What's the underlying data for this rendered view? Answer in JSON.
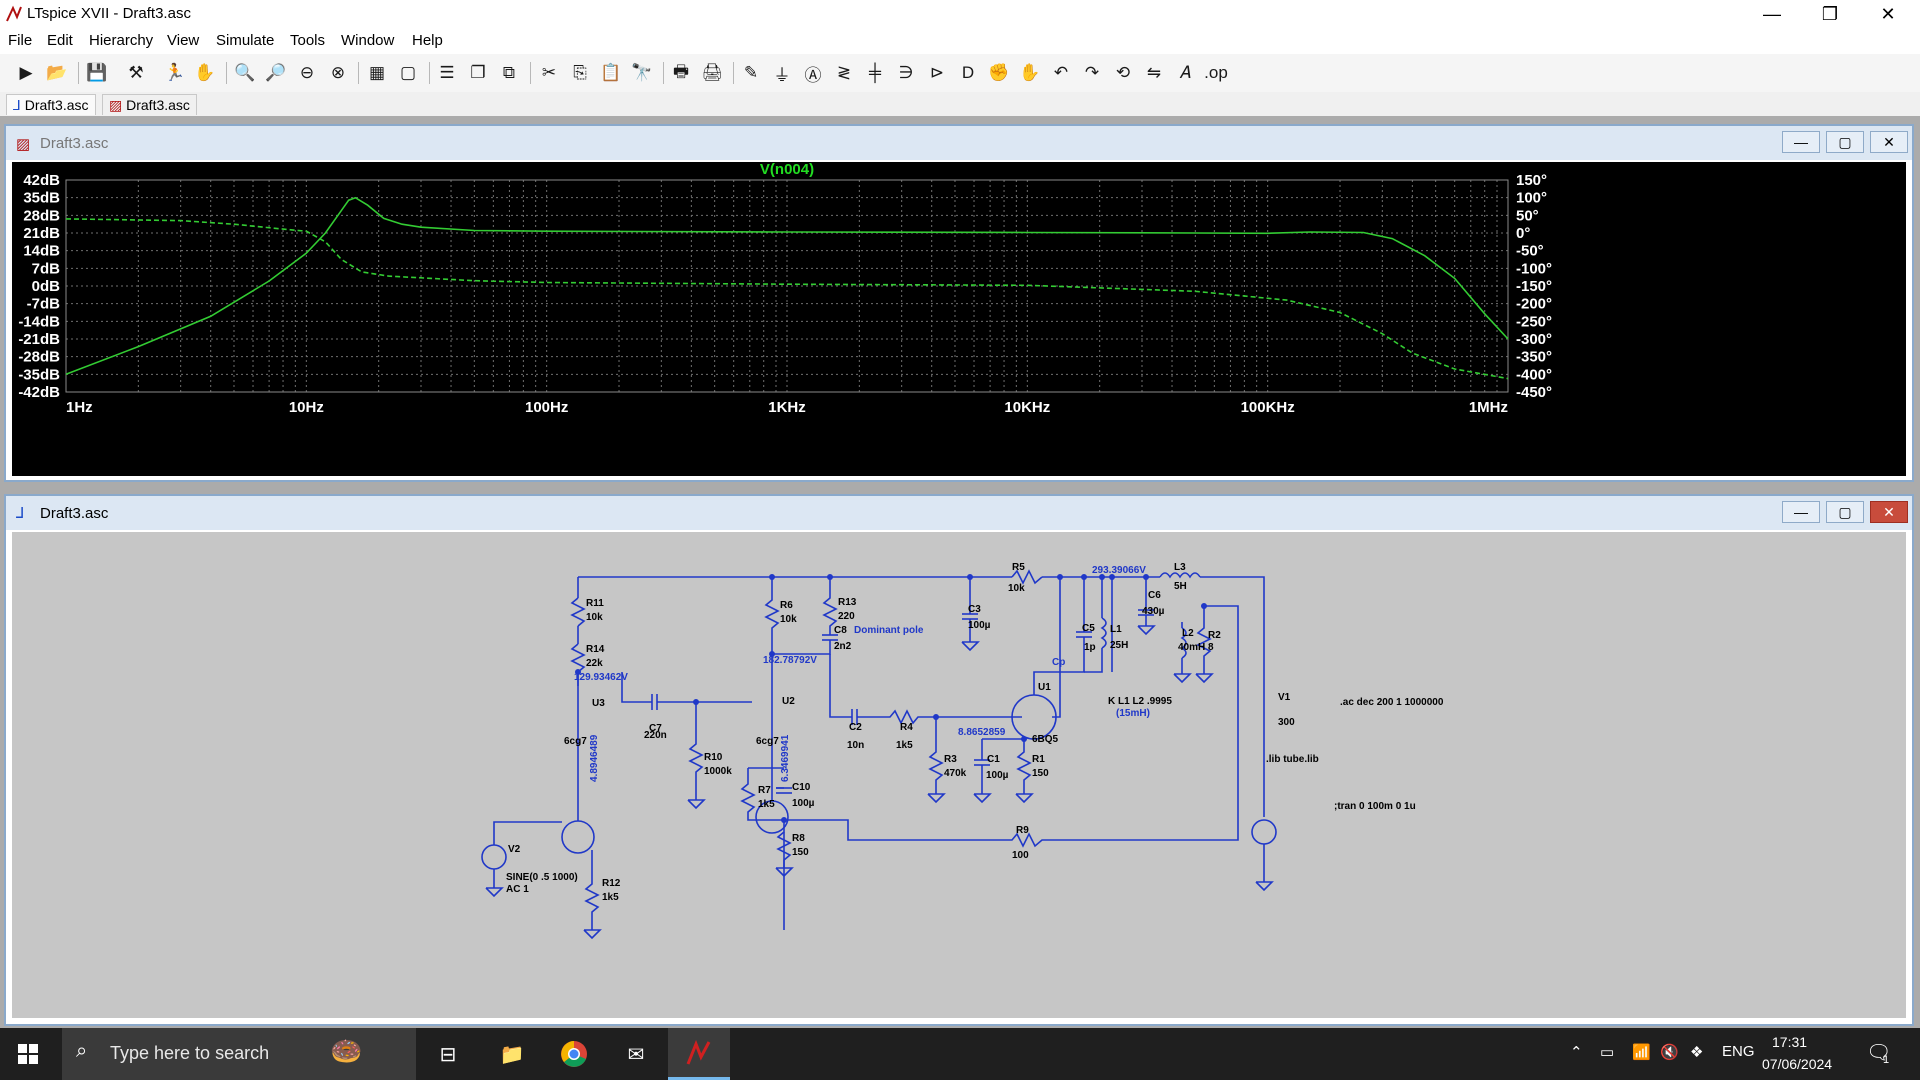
{
  "window": {
    "title": "LTspice XVII - Draft3.asc",
    "minimize": "—",
    "maximize": "❐",
    "close": "✕"
  },
  "menu": [
    "File",
    "Edit",
    "Hierarchy",
    "View",
    "Simulate",
    "Tools",
    "Window",
    "Help"
  ],
  "tabs": [
    {
      "label": "Draft3.asc",
      "icon": "schematic-icon"
    },
    {
      "label": "Draft3.asc",
      "icon": "waveform-icon"
    }
  ],
  "plot_window": {
    "title": "Draft3.asc",
    "trace_name": "V(n004)",
    "colors": {
      "background": "#000000",
      "grid": "#6f6f6f",
      "trace": "#33cc33",
      "axis_text": "#ffffff",
      "title_text": "#22dd22"
    }
  },
  "chart_data": {
    "type": "line",
    "title": "V(n004)",
    "x_scale": "log",
    "xlim": [
      1,
      1000000
    ],
    "x_ticks": [
      {
        "v": 1,
        "label": "1Hz"
      },
      {
        "v": 10,
        "label": "10Hz"
      },
      {
        "v": 100,
        "label": "100Hz"
      },
      {
        "v": 1000,
        "label": "1KHz"
      },
      {
        "v": 10000,
        "label": "10KHz"
      },
      {
        "v": 100000,
        "label": "100KHz"
      },
      {
        "v": 1000000,
        "label": "1MHz"
      }
    ],
    "y_left": {
      "range": [
        -42,
        42
      ],
      "ticks": [
        "42dB",
        "35dB",
        "28dB",
        "21dB",
        "14dB",
        "7dB",
        "0dB",
        "-7dB",
        "-14dB",
        "-21dB",
        "-28dB",
        "-35dB",
        "-42dB"
      ]
    },
    "y_right": {
      "range": [
        -450,
        150
      ],
      "ticks": [
        "150°",
        "100°",
        "50°",
        "0°",
        "-50°",
        "-100°",
        "-150°",
        "-200°",
        "-250°",
        "-300°",
        "-350°",
        "-400°",
        "-450°"
      ]
    },
    "grid": true,
    "series": [
      {
        "axis": "left",
        "style": "solid",
        "points": [
          [
            1,
            -35
          ],
          [
            2,
            -24
          ],
          [
            4,
            -12
          ],
          [
            7,
            2
          ],
          [
            10,
            13
          ],
          [
            12,
            21
          ],
          [
            14,
            30
          ],
          [
            15,
            34
          ],
          [
            16,
            35
          ],
          [
            18,
            32
          ],
          [
            21,
            26.8
          ],
          [
            25,
            24.5
          ],
          [
            30,
            23.3
          ],
          [
            50,
            22
          ],
          [
            100,
            21.7
          ],
          [
            1000,
            21.4
          ],
          [
            10000,
            21.2
          ],
          [
            50000,
            21
          ],
          [
            100000,
            20.9
          ],
          [
            150000,
            21.4
          ],
          [
            250000,
            21.2
          ],
          [
            330000,
            18.8
          ],
          [
            450000,
            12
          ],
          [
            600000,
            3
          ],
          [
            800000,
            -11
          ],
          [
            1000000,
            -21
          ]
        ]
      },
      {
        "axis": "right",
        "style": "dashed",
        "points": [
          [
            1,
            40
          ],
          [
            3,
            35
          ],
          [
            5,
            25
          ],
          [
            8,
            11
          ],
          [
            10,
            5
          ],
          [
            12,
            -25
          ],
          [
            14,
            -75
          ],
          [
            17,
            -110
          ],
          [
            22,
            -122
          ],
          [
            50,
            -135
          ],
          [
            100,
            -140
          ],
          [
            1000,
            -145
          ],
          [
            10000,
            -148
          ],
          [
            50000,
            -165
          ],
          [
            120000,
            -190
          ],
          [
            200000,
            -225
          ],
          [
            300000,
            -285
          ],
          [
            400000,
            -340
          ],
          [
            600000,
            -385
          ],
          [
            1000000,
            -412
          ]
        ]
      }
    ]
  },
  "schematic_window": {
    "title": "Draft3.asc",
    "colors": {
      "background": "#c6c6c6",
      "wire": "#2038c8",
      "text": "#000000",
      "node_label": "#2038c8"
    },
    "labels": {
      "r11": "R11",
      "r11v": "10k",
      "r14": "R14",
      "r14v": "22k",
      "n1": "129.93462V",
      "u3": "U3",
      "u3m": "6cg7",
      "c7": "C7",
      "c7v": "220n",
      "r12": "R12",
      "r12v": "1k5",
      "n2": "4.8946489",
      "v2": "V2",
      "v2v": "SINE(0 .5 1000)",
      "v2ac": "AC 1",
      "r10": "R10",
      "r10v": "1000k",
      "r6": "R6",
      "r6v": "10k",
      "r13": "R13",
      "r13v": "220",
      "c8": "C8",
      "c8v": "2n2",
      "c8note": "Dominant pole",
      "n3": "182.78792V",
      "u2": "U2",
      "u2m": "6cg7",
      "n4": "6.3469941",
      "c2": "C2",
      "c2v": "10n",
      "r4": "R4",
      "r4v": "1k5",
      "r7": "R7",
      "r7v": "1k5",
      "c10": "C10",
      "c10v": "100µ",
      "r8": "R8",
      "r8v": "150",
      "c3": "C3",
      "c3v": "100µ",
      "r5": "R5",
      "r5v": "10k",
      "n5": "293.39066V",
      "l3": "L3",
      "l3v": "5H",
      "c6": "C6",
      "c6v": "430µ",
      "c5": "C5",
      "c5v": "1p",
      "l1": "L1",
      "l1v": "25H",
      "cp": "Cp",
      "l2": "L2",
      "l2v": "40mH",
      "r2": "R2",
      "r2v": "8",
      "u1": "U1",
      "u1m": "6BQ5",
      "n6": "8.8652859",
      "r3": "R3",
      "r3v": "470k",
      "c1": "C1",
      "c1v": "100µ",
      "r1": "R1",
      "r1v": "150",
      "kdir": "K L1 L2 .9995",
      "kdir2": "(15mH)",
      "v1": "V1",
      "v1v": "300",
      "r9": "R9",
      "r9v": "100",
      "ac": ".ac dec 200 1 1000000",
      "lib": ".lib tube.lib",
      "tran": ";tran 0 100m 0 1u"
    }
  },
  "taskbar": {
    "search_placeholder": "Type here to search",
    "language": "ENG",
    "time": "17:31",
    "date": "07/06/2024",
    "notifications": "1",
    "apps": [
      "task-view-icon",
      "file-explorer-icon",
      "chrome-icon",
      "mail-icon",
      "ltspice-icon"
    ]
  }
}
